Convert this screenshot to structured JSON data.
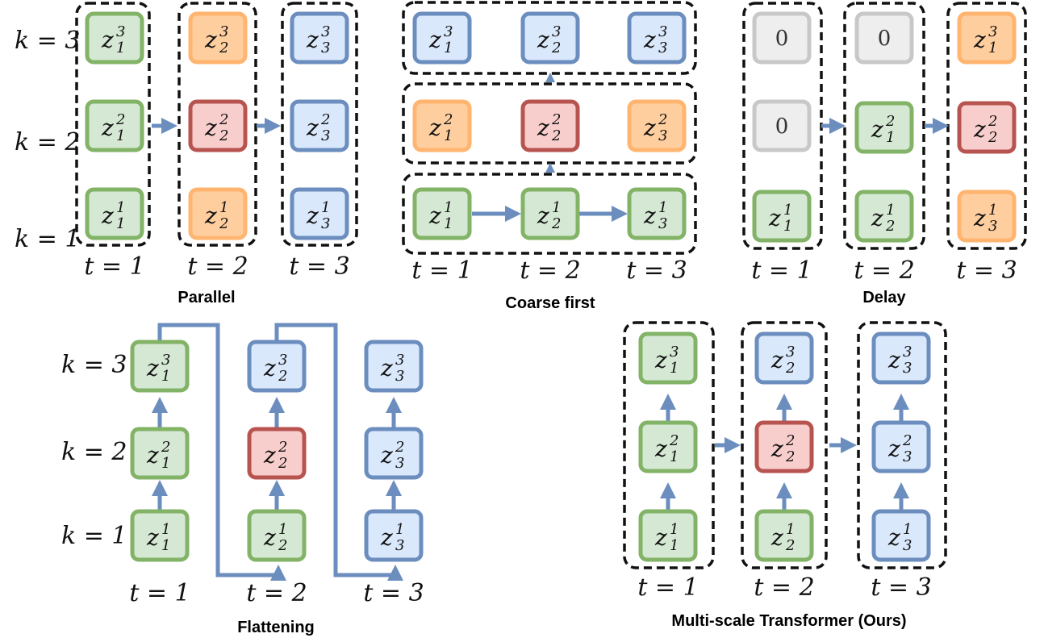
{
  "colors": {
    "green": {
      "fill": "#D5E8D4",
      "stroke": "#82B366"
    },
    "orange": {
      "fill": "#FFCE9F",
      "stroke": "#FFB570"
    },
    "red": {
      "fill": "#F8CECC",
      "stroke": "#B85450"
    },
    "blue": {
      "fill": "#DAE8FC",
      "stroke": "#6C8EBF"
    },
    "gray": {
      "fill": "#EEEEEE",
      "stroke": "#C8C8C8"
    },
    "arrow": "#6C8EBF",
    "dashed_border": "#111111"
  },
  "tokens": {
    "z11": "z|1|1",
    "z12": "z|1|2",
    "z13": "z|1|3",
    "z21": "z|2|1",
    "z22": "z|2|2",
    "z23": "z|2|3",
    "z31": "z|3|1",
    "z32": "z|3|2",
    "z33": "z|3|3",
    "zero": "0"
  },
  "labels": {
    "k1": "k = 1",
    "k2": "k = 2",
    "k3": "k = 3",
    "t1": "t = 1",
    "t2": "t = 2",
    "t3": "t = 3"
  },
  "captions": {
    "parallel": "Parallel",
    "coarse": "Coarse first",
    "delay": "Delay",
    "flattening": "Flattening",
    "multiscale": "Multi-scale Transformer (Ours)"
  },
  "panels": {
    "parallel": {
      "cells": [
        [
          "green",
          "orange",
          "blue"
        ],
        [
          "green",
          "red",
          "blue"
        ],
        [
          "green",
          "orange",
          "blue"
        ]
      ]
    },
    "coarse": {
      "cells": [
        [
          "green",
          "green",
          "green"
        ],
        [
          "orange",
          "red",
          "orange"
        ],
        [
          "blue",
          "blue",
          "blue"
        ]
      ]
    },
    "delay": {
      "cells": [
        [
          "green",
          "green",
          "orange"
        ],
        [
          "gray",
          "green",
          "red"
        ],
        [
          "gray",
          "gray",
          "orange"
        ]
      ]
    },
    "flattening": {
      "cells": [
        [
          "green",
          "green",
          "blue"
        ],
        [
          "green",
          "red",
          "blue"
        ],
        [
          "green",
          "blue",
          "blue"
        ]
      ]
    },
    "multiscale": {
      "cells": [
        [
          "green",
          "green",
          "blue"
        ],
        [
          "green",
          "red",
          "blue"
        ],
        [
          "green",
          "blue",
          "blue"
        ]
      ]
    }
  }
}
